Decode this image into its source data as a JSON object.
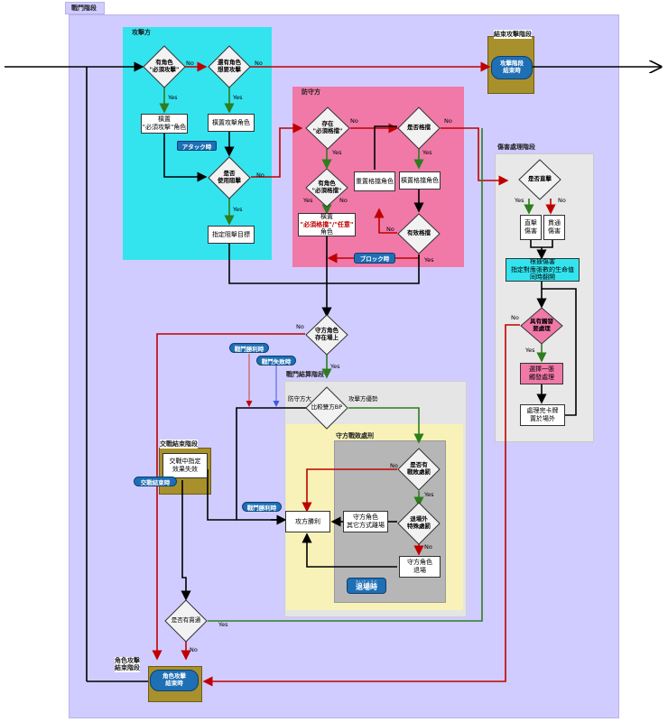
{
  "zones": {
    "battle": "戰鬥階段",
    "attacker": "攻擊方",
    "defender": "防守方",
    "battle_end": "結束攻擊階段",
    "damage": "傷害處理階段",
    "resolution": "戰鬥結算階段",
    "def_win": "守方戰敗處刑",
    "exchange_end": "交戰結束階段",
    "char_attack_end": "角色攻擊\n結束階段"
  },
  "nodes": {
    "d_has_must_attack": "有角色\n\"必須攻擊\"",
    "d_has_want_attack": "還有角色\n想要攻擊",
    "r_tap_must": "橫置\n\"必須攻擊\"角色",
    "r_tap_attacker": "橫置攻擊角色",
    "d_use_block": "是否\n使用阻擊",
    "r_select_target": "指定阻擊目標",
    "d_exists_must": "存在\n\"必須格擋\"",
    "d_block": "是否格擋",
    "d_has_must_block": "有角色\n\"必須格擋\"",
    "r_reselect_blocker": "重置格擋角色",
    "r_tap_blocker": "橫置格擋角色",
    "r_tap_must_block_pre": "橫置",
    "r_tap_must_block_red": "\"必須格擋\"/\"任意\"",
    "r_tap_must_block_post": "角色",
    "d_valid_block": "有效格擋",
    "d_def_on_field": "守方角色\n存在場上",
    "d_compare_bp": "比較雙方BP",
    "d_def_punish": "是否有\n戰敗處罰",
    "r_def_leave": "守方角色\n其它方式離場",
    "d_leave_punish": "退場外\n特殊處罰",
    "r_def_retire": "守方角色\n退場",
    "r_attacker_win": "攻方勝利",
    "r_effect_expire": "交戰中指定\n效果失效",
    "d_pierce": "是否有貫通",
    "d_direct": "是否直擊",
    "r_direct_dmg": "直擊\n傷害",
    "r_normal_dmg": "貫通\n傷害",
    "r_damage_calc": "根據傷害\n指定對應張數的生命值\n同時翻開",
    "d_trigger": "具有觸發\n要處理",
    "r_choose_trigger": "選擇一張\n觸發處理",
    "r_finish_card": "處理完卡牌\n置於場外"
  },
  "pills": {
    "attack_end": "攻擊階段\n結束時",
    "attack_when": "アタック時",
    "block_when": "ブロック時",
    "battle_win": "戰鬥勝利時",
    "battle_lose": "戰鬥失敗時",
    "exchange_end": "交戰結束時",
    "battle_win2": "戰鬥勝利時",
    "retire_when": "退場時",
    "retire_small": "たいじょうじ",
    "char_end": "角色攻擊\n結束時"
  },
  "labels": {
    "yes": "Yes",
    "no": "No",
    "def_big": "防守方大",
    "atk_adv": "攻擊方優勢",
    "red_bp": "BP"
  }
}
